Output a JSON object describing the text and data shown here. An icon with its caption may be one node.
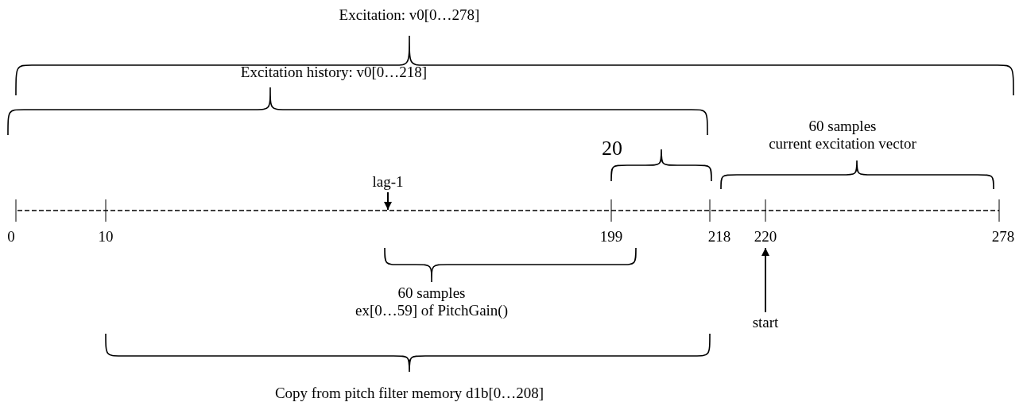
{
  "diagram": {
    "nodes": [
      {
        "text": [
          "lag-1"
        ]
      },
      {
        "text": [
          "start"
        ]
      },
      {
        "text": [
          "220"
        ]
      }
    ],
    "edges": [
      {
        "from": 0,
        "to": null,
        "arrow": "to"
      },
      {
        "from": 1,
        "to": 2,
        "arrow": "to"
      }
    ],
    "labels": [
      "Excitation: v0[0…278]",
      "Excitation history: v0[0…218]",
      "60 samples current excitation vector",
      "20",
      "0",
      "10",
      "199",
      "218",
      "278",
      "60 samples ex[0…59] of PitchGain()",
      "Copy from pitch filter memory d1b[0…208]"
    ]
  }
}
